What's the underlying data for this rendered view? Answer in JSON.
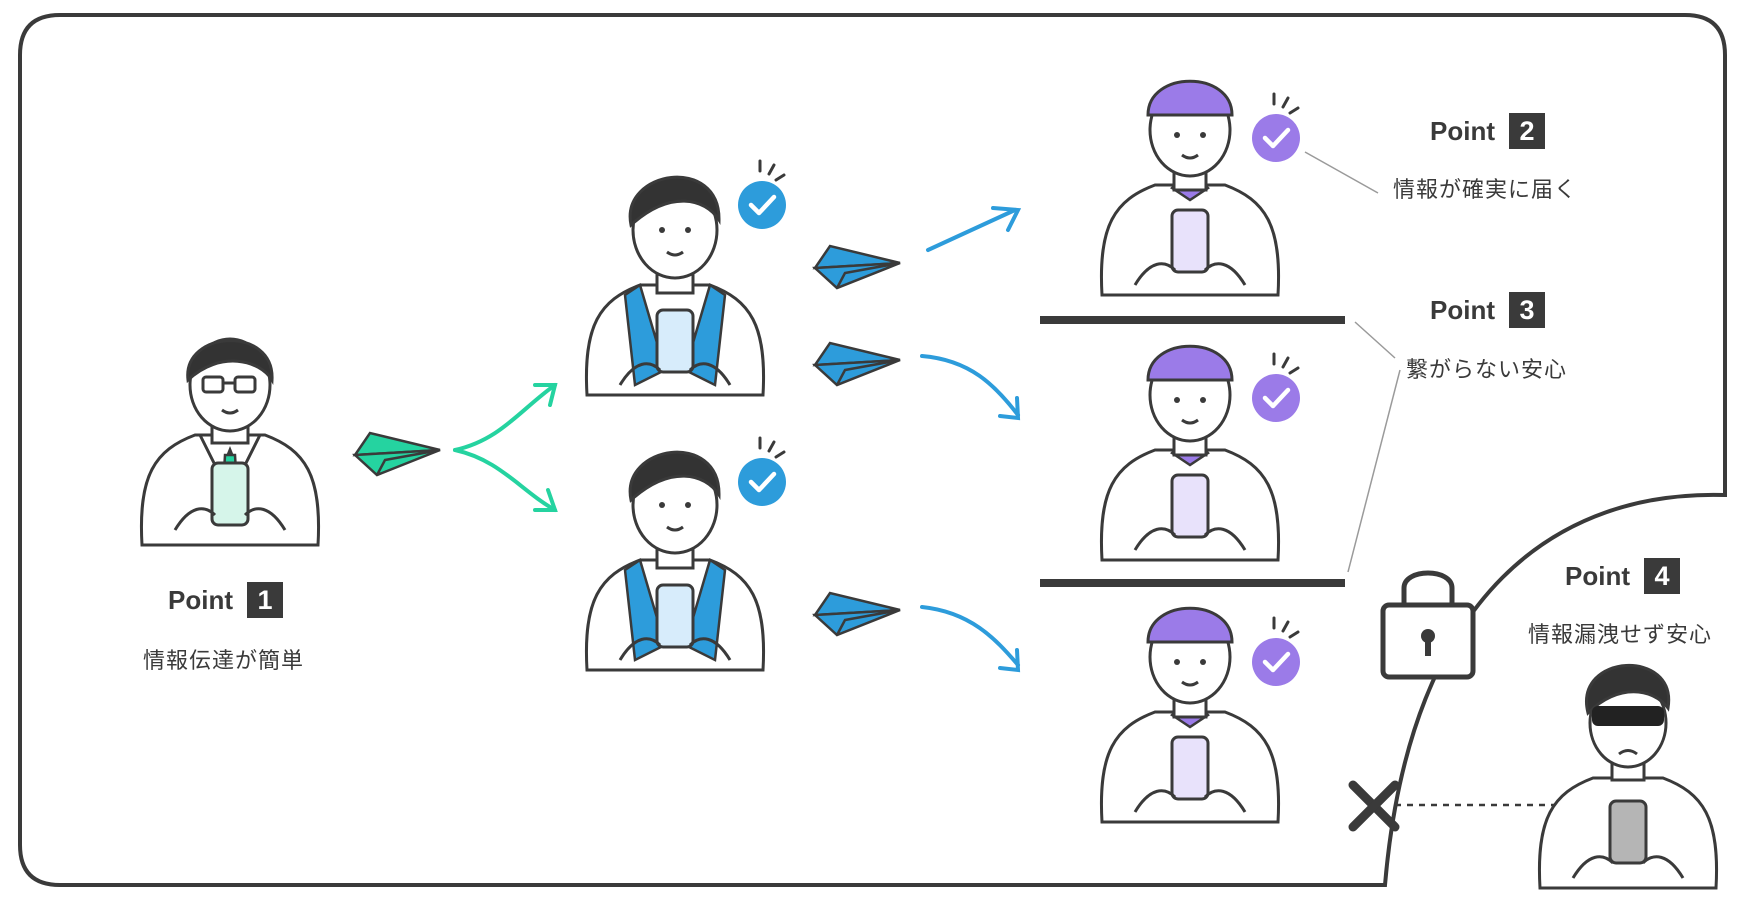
{
  "points": [
    {
      "word": "Point",
      "number": "1",
      "description": "情報伝達が簡単"
    },
    {
      "word": "Point",
      "number": "2",
      "description": "情報が確実に届く"
    },
    {
      "word": "Point",
      "number": "3",
      "description": "繋がらない安心"
    },
    {
      "word": "Point",
      "number": "4",
      "description": "情報漏洩せず安心"
    }
  ],
  "colors": {
    "outline": "#3a3a3a",
    "green": "#25d3a0",
    "blue": "#2d9cdb",
    "purple": "#9b7be8",
    "phone_green": "#d6f5ea",
    "phone_blue": "#d7ecfb",
    "phone_purple": "#e8e2fb",
    "phone_gray": "#b5b5b5"
  },
  "icons": [
    "paper-plane-icon",
    "check-badge-icon",
    "padlock-icon",
    "x-mark-icon"
  ]
}
